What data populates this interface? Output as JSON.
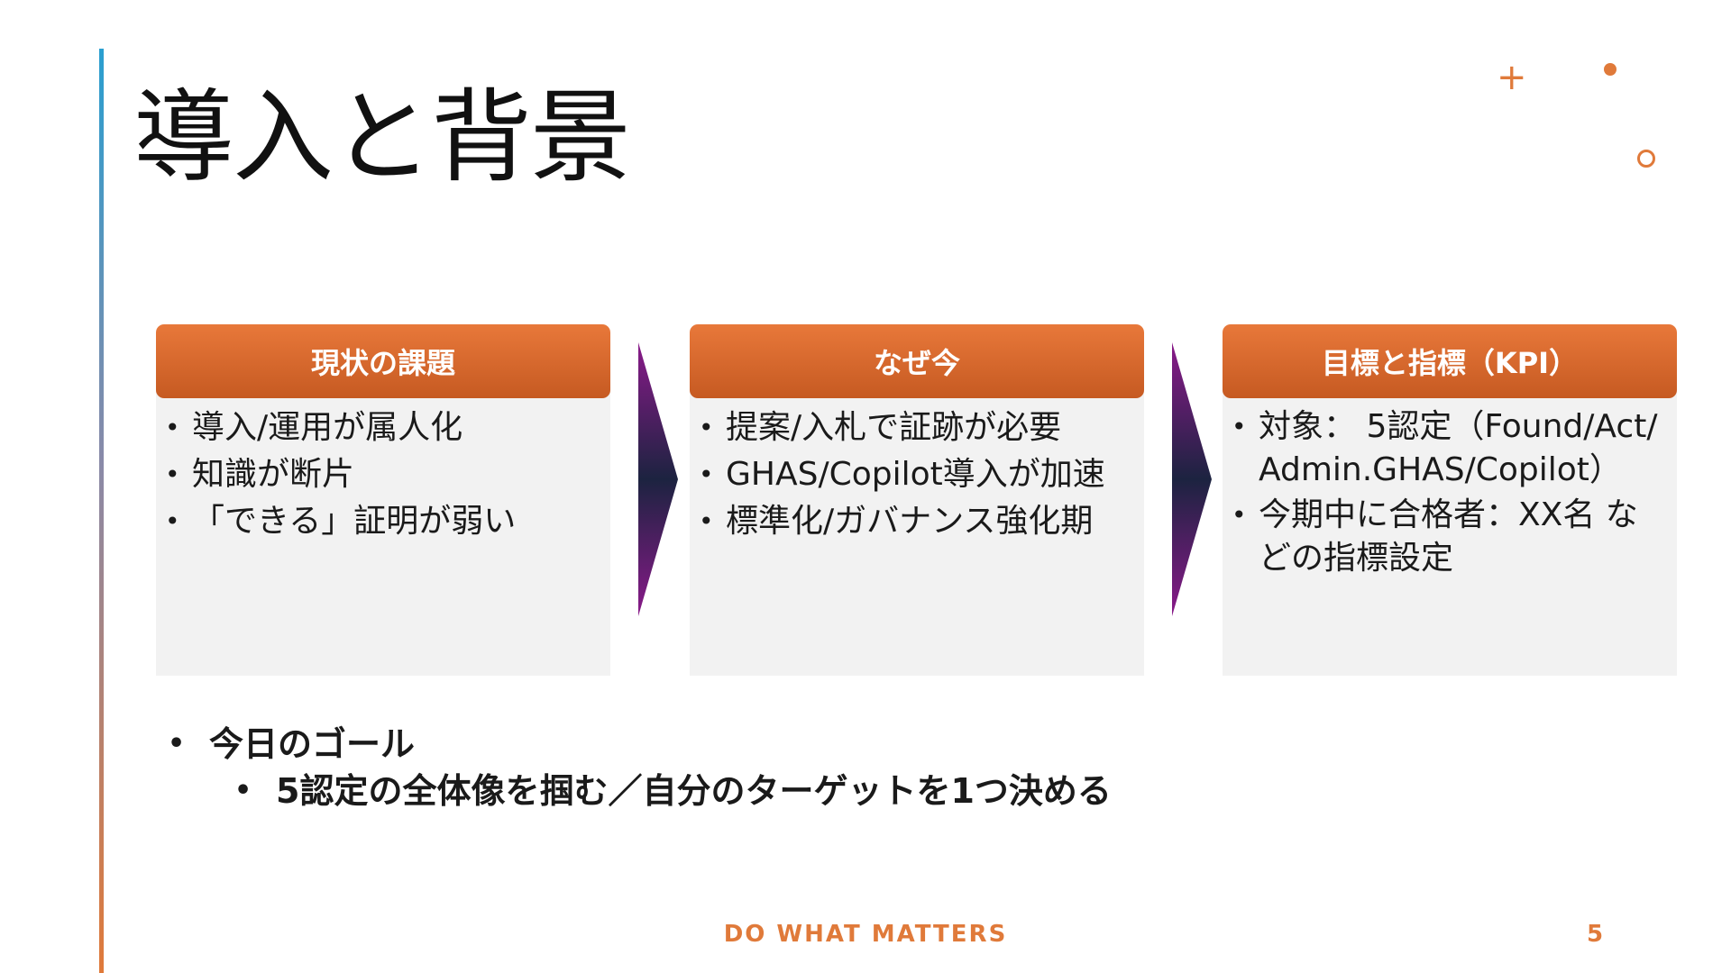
{
  "slide": {
    "title": "導入と背景",
    "accent_color": "#e07a3a",
    "decorations": [
      "plus-icon",
      "dot-icon",
      "ring-icon"
    ]
  },
  "cards": [
    {
      "header": "現状の課題",
      "items": [
        "導入/運用が属人化",
        "知識が断片",
        "「できる」証明が弱い"
      ]
    },
    {
      "header": "なぜ今",
      "items": [
        "提案/入札で証跡が必要",
        "GHAS/Copilot導入が加速",
        "標準化/ガバナンス強化期"
      ]
    },
    {
      "header": "目標と指標（KPI）",
      "items": [
        "対象： 5認定（Found/Act/Admin.GHAS/Copilot）",
        "今期中に合格者：XX名 などの指標設定"
      ]
    }
  ],
  "goal": {
    "label": "今日のゴール",
    "detail": "5認定の全体像を掴む／自分のターゲットを1つ決める"
  },
  "footer": {
    "tagline": "DO WHAT MATTERS",
    "page_number": "5"
  }
}
